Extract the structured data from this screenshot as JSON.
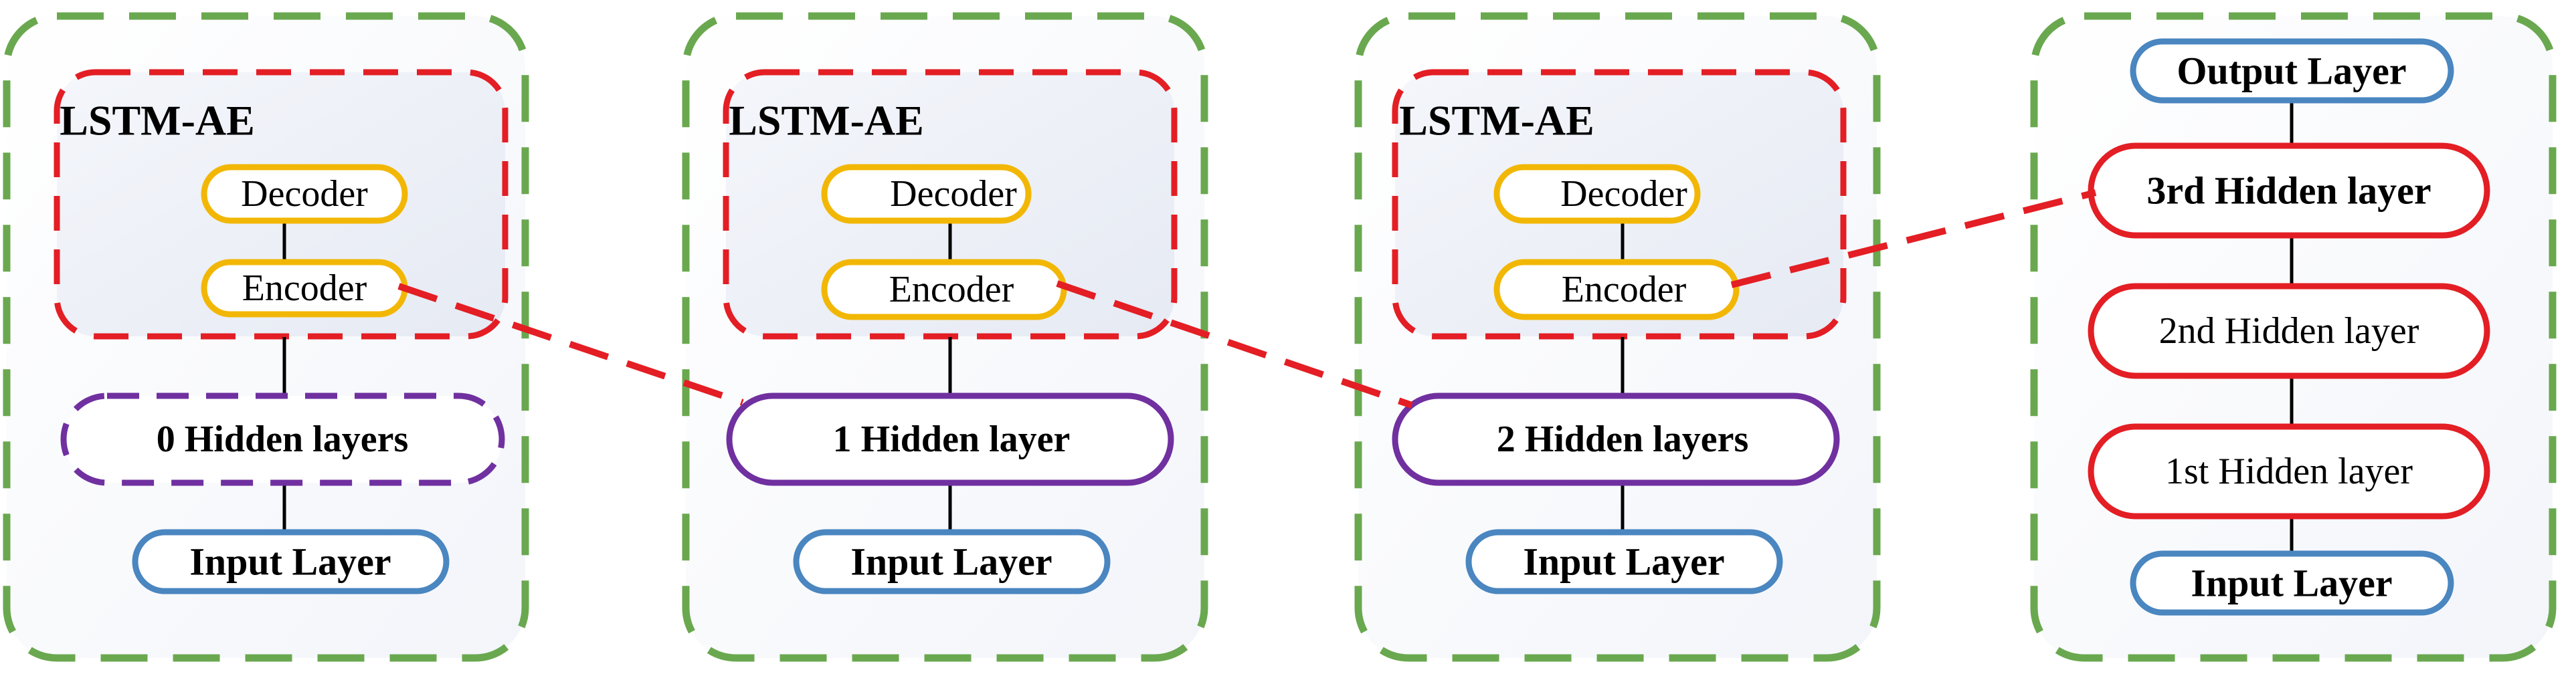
{
  "colors": {
    "green_frame": "#6aa84f",
    "red_dashed": "#e31e24",
    "orange_node": "#f2b705",
    "purple_node": "#7030a0",
    "blue_node": "#4a86c0",
    "red_node": "#e31e24",
    "connector": "#000000"
  },
  "panels": [
    {
      "lstm_title": "LSTM-AE",
      "decoder": "Decoder",
      "encoder": "Encoder",
      "hidden": "0 Hidden layers",
      "input": "Input Layer"
    },
    {
      "lstm_title": "LSTM-AE",
      "decoder": "Decoder",
      "encoder": "Encoder",
      "hidden": "1 Hidden layer",
      "input": "Input Layer"
    },
    {
      "lstm_title": "LSTM-AE",
      "decoder": "Decoder",
      "encoder": "Encoder",
      "hidden": "2 Hidden layers",
      "input": "Input Layer"
    }
  ],
  "final_panel": {
    "output": "Output Layer",
    "hidden3": "3rd Hidden layer",
    "hidden2": "2nd Hidden layer",
    "hidden1": "1st Hidden layer",
    "input": "Input Layer"
  }
}
